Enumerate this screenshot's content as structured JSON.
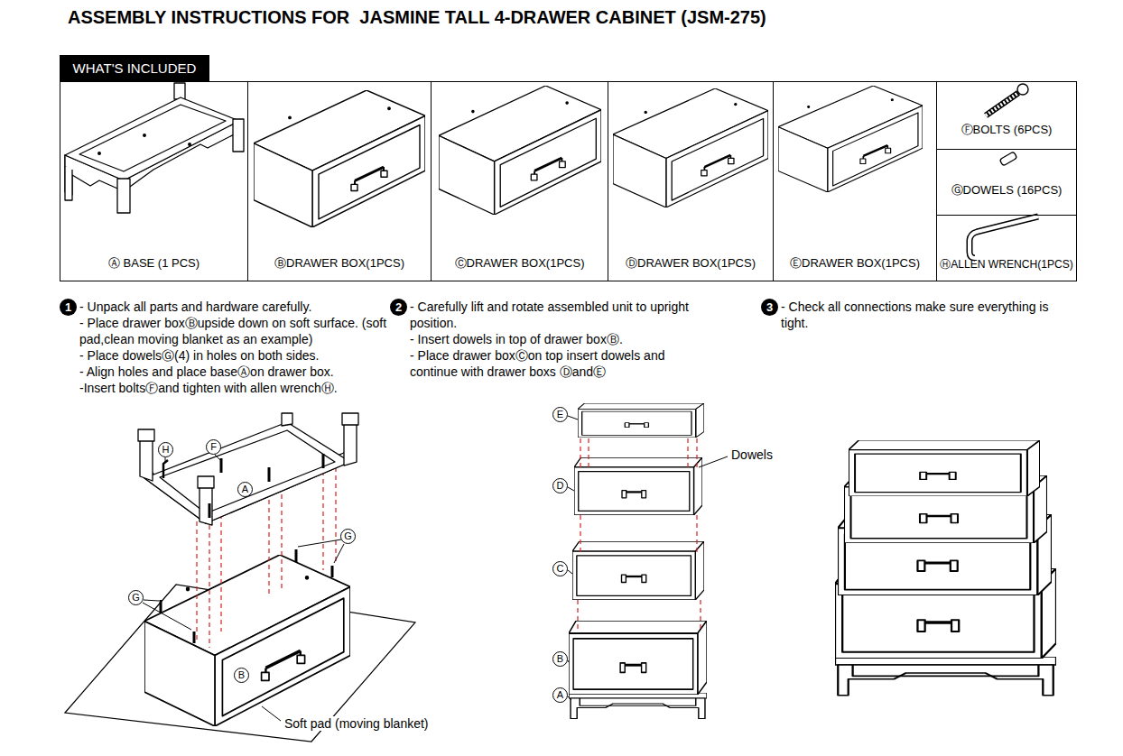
{
  "diagram": {
    "title": "ASSEMBLY INSTRUCTIONS FOR  JASMINE TALL 4-DRAWER CABINET (JSM-275)",
    "nodes": [
      {
        "text": [
          "WHAT'S INCLUDED"
        ]
      },
      {
        "text": [
          "Ⓐ BASE (1 PCS)"
        ]
      },
      {
        "text": [
          "ⒷDRAWER BOX(1PCS)"
        ]
      },
      {
        "text": [
          "ⒸDRAWER BOX(1PCS)"
        ]
      },
      {
        "text": [
          "ⒹDRAWER BOX(1PCS)"
        ]
      },
      {
        "text": [
          "ⒺDRAWER BOX(1PCS)"
        ]
      },
      {
        "text": [
          "ⒻBOLTS (6PCS)"
        ]
      },
      {
        "text": [
          "ⒼDOWELS (16PCS)"
        ]
      },
      {
        "text": [
          "ⒽALLEN WRENCH(1PCS)"
        ]
      }
    ],
    "labels": [
      "1",
      "- Unpack all parts and hardware carefully.",
      "- Place drawer boxⒷupside down on soft surface. (soft pad,clean moving blanket as an example)",
      "- Place dowelsⒼ(4) in holes on both sides.",
      "- Align holes and place baseⒶon drawer box.",
      "-Insert boltsⒻand tighten with allen wrenchⒽ.",
      "2",
      "- Carefully lift and rotate assembled unit to upright position.",
      "- Insert dowels in top of drawer boxⒷ.",
      "- Place drawer boxⒸon top insert dowels and continue with drawer boxs ⒹandⒺ",
      "3",
      "- Check all connections make sure everything is tight.",
      "H",
      "F",
      "A",
      "G",
      "G",
      "B",
      "Soft pad (moving blanket)",
      "E",
      "D",
      "C",
      "B",
      "A",
      "Dowels"
    ]
  }
}
